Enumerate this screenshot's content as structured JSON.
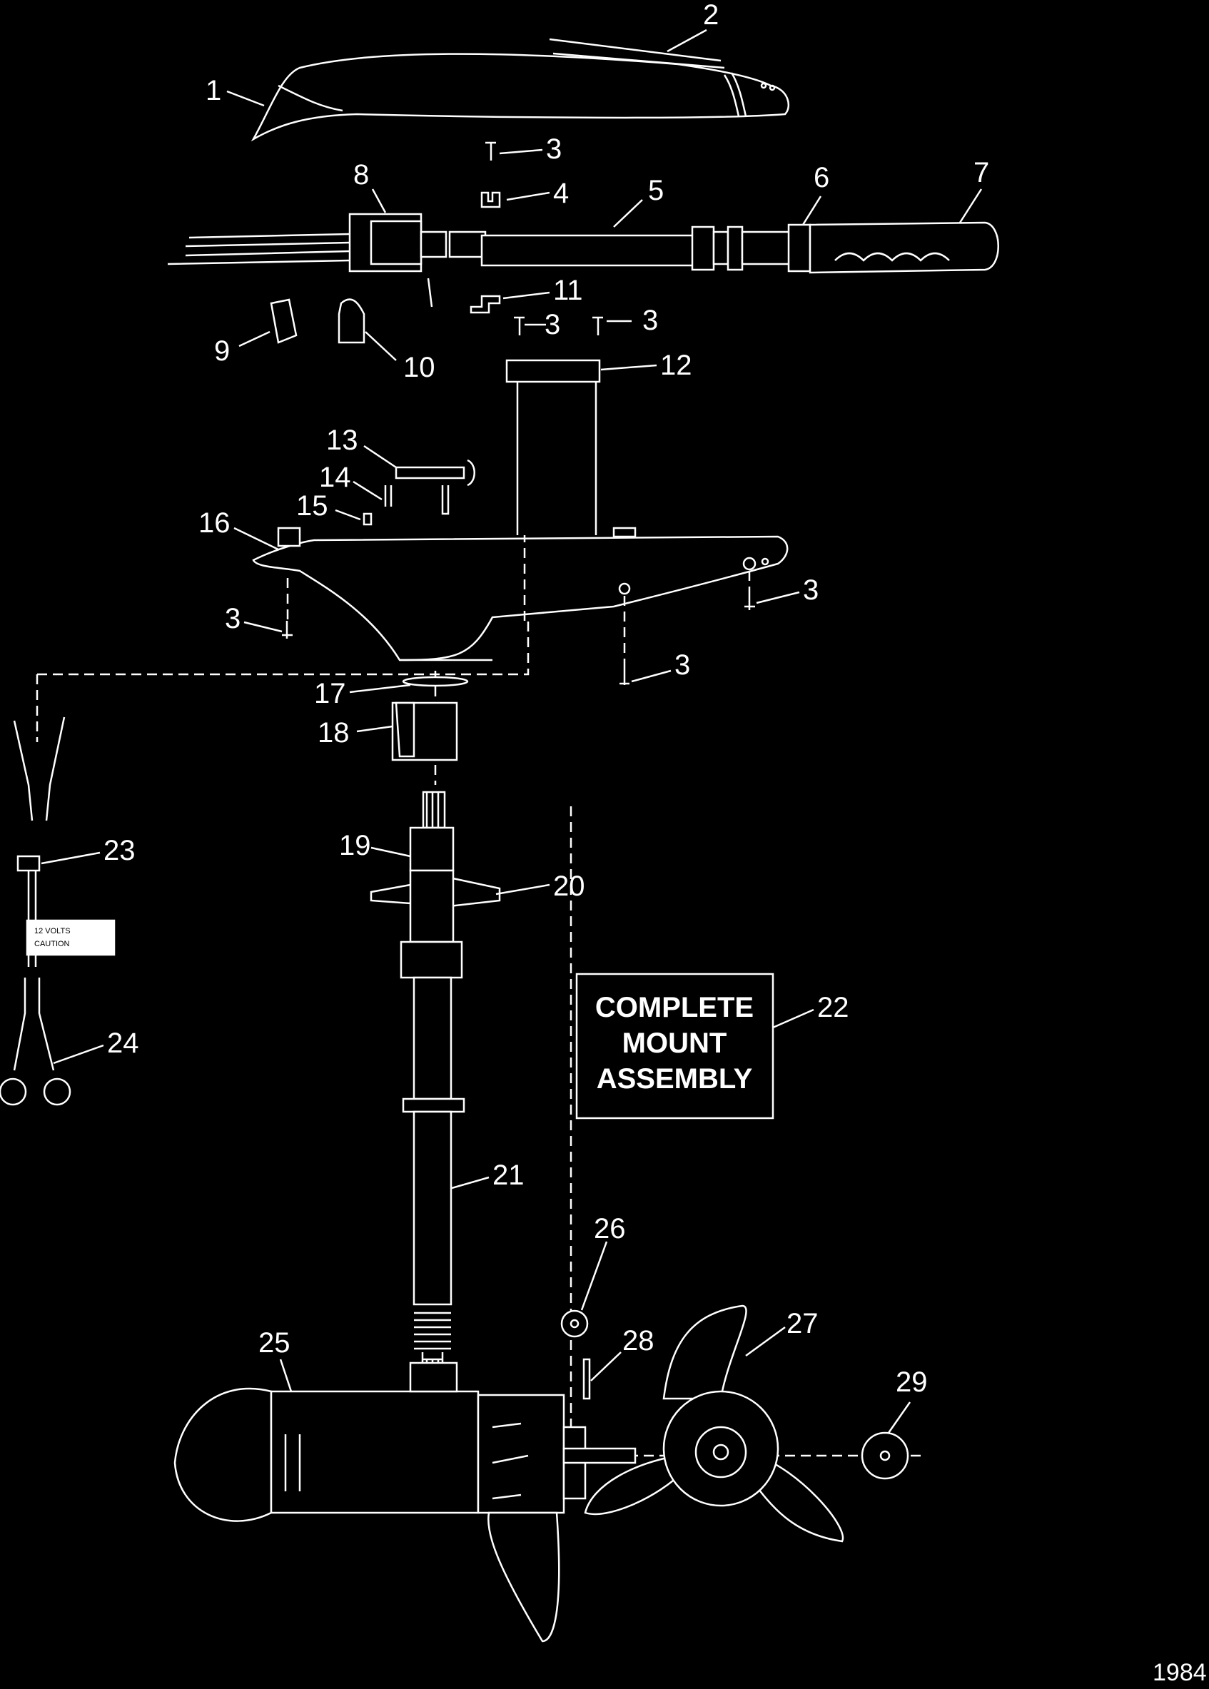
{
  "callouts": [
    {
      "n": "1"
    },
    {
      "n": "2"
    },
    {
      "n": "3"
    },
    {
      "n": "4"
    },
    {
      "n": "5"
    },
    {
      "n": "6"
    },
    {
      "n": "7"
    },
    {
      "n": "8"
    },
    {
      "n": "9"
    },
    {
      "n": "10"
    },
    {
      "n": "11"
    },
    {
      "n": "3"
    },
    {
      "n": "3"
    },
    {
      "n": "12"
    },
    {
      "n": "13"
    },
    {
      "n": "14"
    },
    {
      "n": "15"
    },
    {
      "n": "16"
    },
    {
      "n": "3"
    },
    {
      "n": "3"
    },
    {
      "n": "3"
    },
    {
      "n": "17"
    },
    {
      "n": "18"
    },
    {
      "n": "19"
    },
    {
      "n": "20"
    },
    {
      "n": "23"
    },
    {
      "n": "24"
    },
    {
      "n": "22"
    },
    {
      "n": "21"
    },
    {
      "n": "26"
    },
    {
      "n": "27"
    },
    {
      "n": "28"
    },
    {
      "n": "25"
    },
    {
      "n": "29"
    }
  ],
  "box": {
    "line1": "COMPLETE",
    "line2": "MOUNT",
    "line3": "ASSEMBLY"
  },
  "cable_tag": {
    "line1": "12 VOLTS",
    "line2": "CAUTION"
  },
  "figure_number": "1984"
}
